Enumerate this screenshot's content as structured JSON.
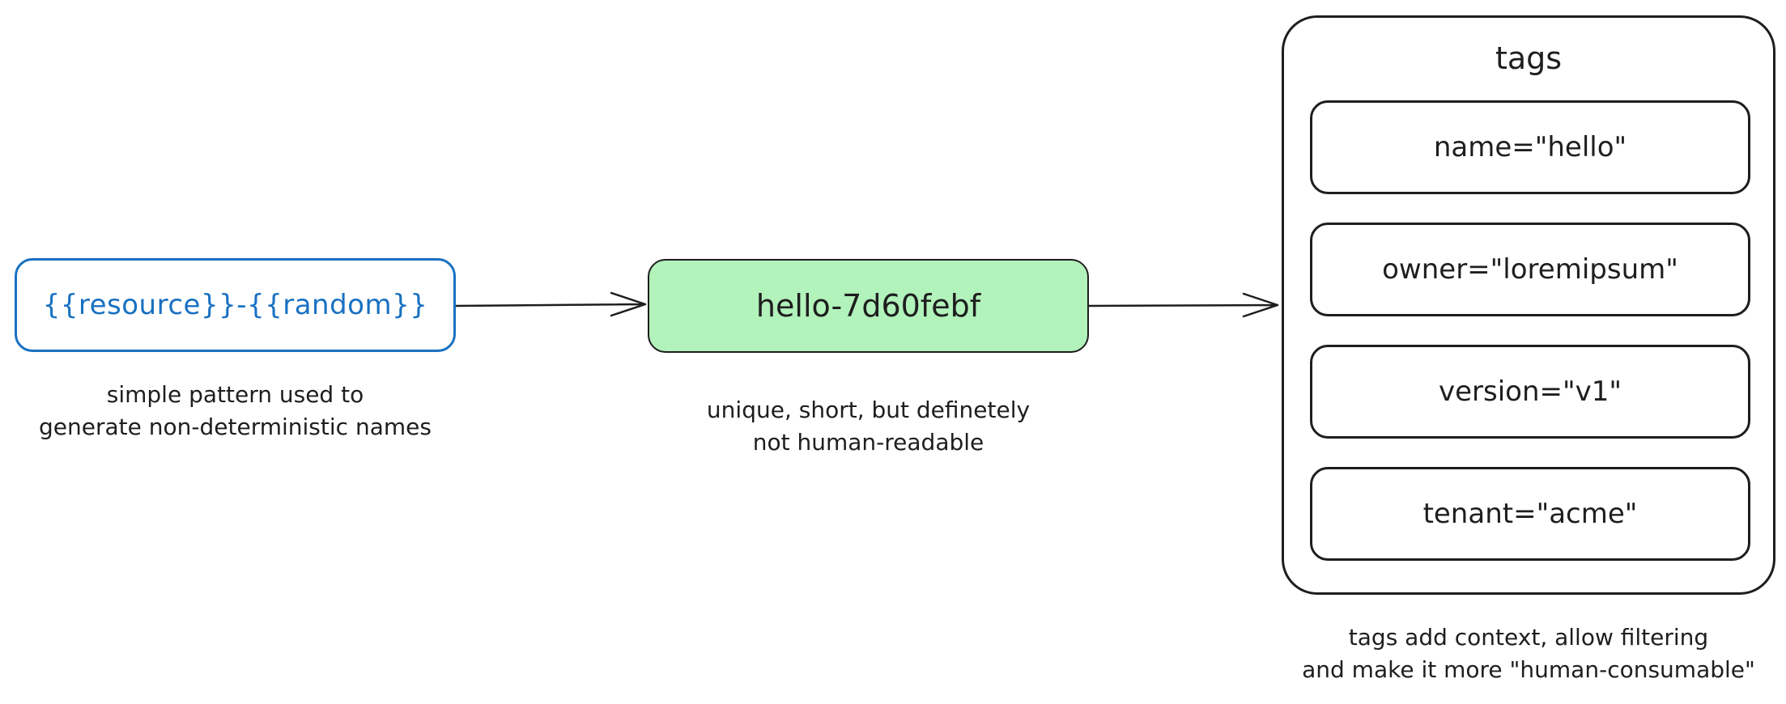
{
  "pattern_node": {
    "label": "{{resource}}-{{random}}",
    "caption": "simple pattern used to\ngenerate non-deterministic names",
    "color": "#1971c2"
  },
  "name_node": {
    "label": "hello-7d60febf",
    "caption": "unique, short, but definetely\nnot human-readable",
    "fill": "#b2f2bb"
  },
  "tags_group": {
    "title": "tags",
    "items": [
      {
        "label": "name=\"hello\""
      },
      {
        "label": "owner=\"loremipsum\""
      },
      {
        "label": "version=\"v1\""
      },
      {
        "label": "tenant=\"acme\""
      }
    ],
    "caption": "tags add context, allow filtering\nand make it more \"human-consumable\""
  }
}
